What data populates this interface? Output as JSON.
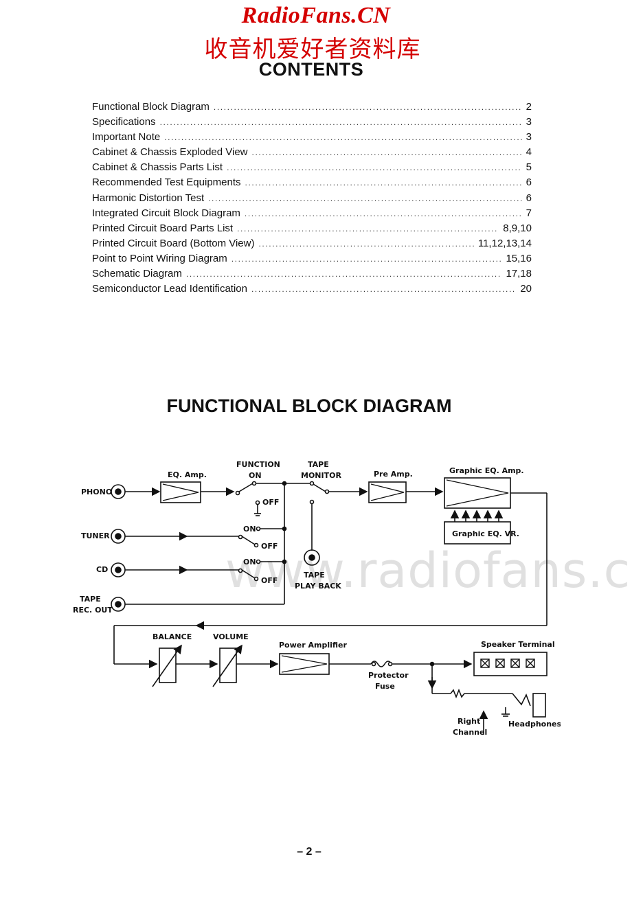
{
  "watermark": {
    "title": "RadioFans.CN",
    "subtitle": "收音机爱好者资料库",
    "url": "www.radiofans.c"
  },
  "contents": {
    "title": "CONTENTS",
    "items": [
      {
        "label": "Functional Block Diagram",
        "page": "2"
      },
      {
        "label": "Specifications",
        "page": "3"
      },
      {
        "label": "Important Note",
        "page": "3"
      },
      {
        "label": "Cabinet & Chassis Exploded View",
        "page": "4"
      },
      {
        "label": "Cabinet & Chassis Parts List",
        "page": "5"
      },
      {
        "label": "Recommended Test Equipments",
        "page": "6"
      },
      {
        "label": "Harmonic Distortion Test",
        "page": "6"
      },
      {
        "label": "Integrated Circuit Block Diagram",
        "page": "7"
      },
      {
        "label": "Printed Circuit Board Parts List",
        "page": "8,9,10"
      },
      {
        "label": "Printed Circuit Board (Bottom View)",
        "page": "11,12,13,14"
      },
      {
        "label": "Point to Point Wiring Diagram",
        "page": "15,16"
      },
      {
        "label": "Schematic Diagram",
        "page": "17,18"
      },
      {
        "label": "Semiconductor Lead Identification",
        "page": "20"
      }
    ]
  },
  "block_diagram": {
    "title": "FUNCTIONAL BLOCK DIAGRAM",
    "labels": {
      "phono": "PHONO",
      "tuner": "TUNER",
      "cd": "CD",
      "tape_rec_out_1": "TAPE",
      "tape_rec_out_2": "REC. OUT",
      "eq_amp": "EQ. Amp.",
      "function_1": "FUNCTION",
      "function_2": "ON",
      "off": "OFF",
      "on": "ON",
      "tape_monitor_1": "TAPE",
      "tape_monitor_2": "MONITOR",
      "tape_play_back_1": "TAPE",
      "tape_play_back_2": "PLAY BACK",
      "pre_amp": "Pre Amp.",
      "graphic_eq_amp": "Graphic EQ. Amp.",
      "graphic_eq_vr": "Graphic EQ. VR.",
      "balance": "BALANCE",
      "volume": "VOLUME",
      "power_amplifier": "Power Amplifier",
      "protector_fuse_1": "Protector",
      "protector_fuse_2": "Fuse",
      "speaker_terminal": "Speaker Terminal",
      "right_channel_1": "Right",
      "right_channel_2": "Channel",
      "headphones": "Headphones"
    }
  },
  "page_number": "– 2 –"
}
